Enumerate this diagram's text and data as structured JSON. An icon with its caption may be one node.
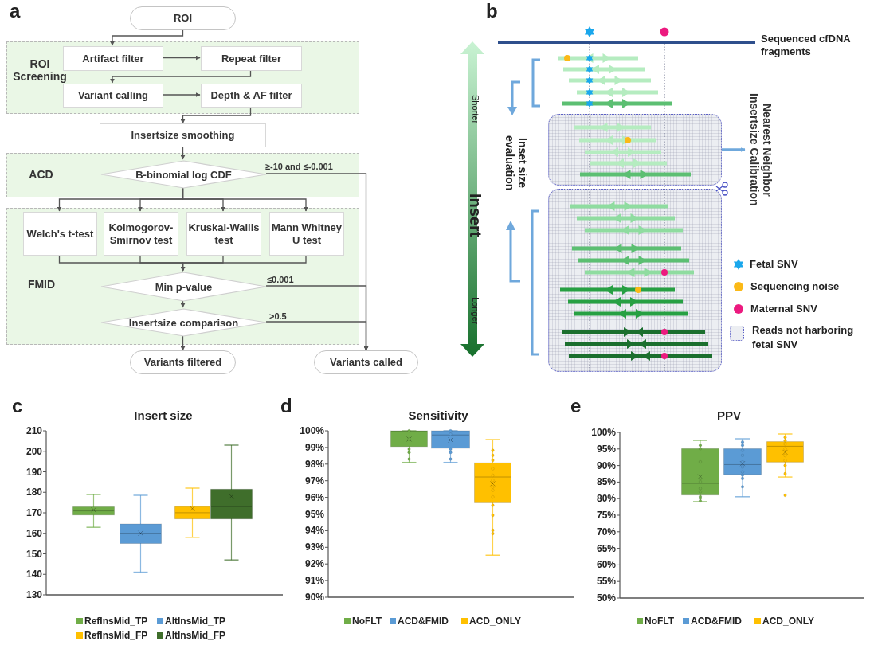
{
  "diagram": {
    "nodes": [
      {
        "text": [
          "ROI"
        ]
      },
      {
        "text": [
          "ROI Screening"
        ]
      },
      {
        "text": [
          "Artifact filter"
        ],
        "in": 1
      },
      {
        "text": [
          "Repeat filter"
        ],
        "in": 1
      },
      {
        "text": [
          "Variant calling"
        ],
        "in": 1
      },
      {
        "text": [
          "Depth & AF filter"
        ],
        "in": 1
      },
      {
        "text": [
          "Insertsize smoothing"
        ]
      },
      {
        "text": [
          "ACD"
        ]
      },
      {
        "text": [
          "B-binomial log CDF"
        ],
        "in": 7
      },
      {
        "text": [
          "FMID"
        ]
      },
      {
        "text": [
          "Welch's t-test"
        ],
        "in": 9
      },
      {
        "text": [
          "Kolmogorov-Smirnov test"
        ],
        "in": 9
      },
      {
        "text": [
          "Kruskal-Wallis test"
        ],
        "in": 9
      },
      {
        "text": [
          "Mann Whitney U test"
        ],
        "in": 9
      },
      {
        "text": [
          "Min p-value"
        ],
        "in": 9
      },
      {
        "text": [
          "Insertsize comparison"
        ],
        "in": 9
      },
      {
        "text": [
          "Variants filtered"
        ]
      },
      {
        "text": [
          "Variants called"
        ]
      },
      {
        "text": [],
        "shape": "box"
      },
      {
        "text": [
          "Nearest Neighbor Insertsize Calibration"
        ]
      },
      {
        "text": [],
        "shape": "box"
      }
    ],
    "edges": [
      {
        "from": 0,
        "to": 2,
        "arrow": "to"
      },
      {
        "from": 2,
        "to": 3,
        "arrow": "to"
      },
      {
        "from": 3,
        "to": 4,
        "arrow": "to"
      },
      {
        "from": 4,
        "to": 5,
        "arrow": "to"
      },
      {
        "from": 5,
        "to": 6,
        "arrow": "to"
      },
      {
        "from": 6,
        "to": 8,
        "arrow": "to"
      },
      {
        "from": 8,
        "to": 17,
        "arrow": "to",
        "label": "≥-10 and ≤-0.001"
      },
      {
        "from": 8,
        "to": 10,
        "arrow": "to"
      },
      {
        "from": 8,
        "to": 11,
        "arrow": "to"
      },
      {
        "from": 8,
        "to": 12,
        "arrow": "to"
      },
      {
        "from": 8,
        "to": 13,
        "arrow": "to"
      },
      {
        "from": 10,
        "to": 14,
        "arrow": "to"
      },
      {
        "from": 11,
        "to": 14,
        "arrow": "to"
      },
      {
        "from": 12,
        "to": 14,
        "arrow": "to"
      },
      {
        "from": 13,
        "to": 14,
        "arrow": "to"
      },
      {
        "from": 14,
        "to": 17,
        "arrow": "to",
        "label": "≤0.001"
      },
      {
        "from": 14,
        "to": 15,
        "arrow": "to"
      },
      {
        "from": 15,
        "to": 17,
        "arrow": "to",
        "label": ">0.5"
      },
      {
        "from": 15,
        "to": 16,
        "arrow": "to"
      },
      {
        "from": 18,
        "to": 19,
        "arrow": "to",
        "style": "thick",
        "color": "#6fa8dc"
      }
    ],
    "labels": [
      "a",
      "b",
      "Sequenced cfDNA fragments",
      "Shorter",
      "Inset size evaluation",
      "Insert",
      "Longer",
      "c",
      "Insert size",
      "210",
      "200",
      "190",
      "180",
      "170",
      "160",
      "150",
      "140",
      "130",
      "d",
      "Sensitivity",
      "100%",
      "99%",
      "98%",
      "97%",
      "96%",
      "95%",
      "94%",
      "93%",
      "92%",
      "91%",
      "90%",
      "e",
      "PPV",
      "100%",
      "95%",
      "90%",
      "85%",
      "80%",
      "75%",
      "70%",
      "65%",
      "60%",
      "55%",
      "50%"
    ],
    "legend": [
      {
        "text": "Fetal SNV"
      },
      {
        "text": "Sequencing noise",
        "color": "#fbb917"
      },
      {
        "text": "Maternal SNV",
        "color": "#ec1a7f"
      },
      {
        "text": "Reads not harboring fetal SNV"
      },
      {
        "text": "RefInsMid_TP",
        "color": "#70ad47"
      },
      {
        "text": "AltInsMid_TP",
        "color": "#5b9bd5"
      },
      {
        "text": "RefInsMid_FP",
        "color": "#ffc000"
      },
      {
        "text": "AltInsMid_FP",
        "color": "#3f6e2b"
      },
      {
        "text": "NoFLT",
        "color": "#70ad47"
      },
      {
        "text": "ACD&FMID",
        "color": "#5b9bd5"
      },
      {
        "text": "ACD_ONLY",
        "color": "#ffc000"
      },
      {
        "text": "NoFLT",
        "color": "#70ad47"
      },
      {
        "text": "ACD&FMID",
        "color": "#5b9bd5"
      },
      {
        "text": "ACD_ONLY",
        "color": "#ffc000"
      }
    ]
  }
}
